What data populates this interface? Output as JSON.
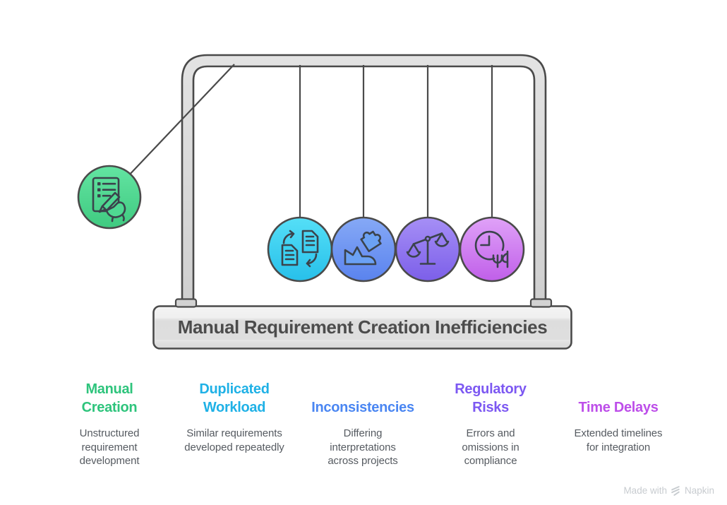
{
  "diagram": {
    "title": "Manual Requirement Creation Inefficiencies",
    "pendulums": [
      {
        "icon": "writing-hand-checklist-icon",
        "color_top": "#63e4a2",
        "color_bottom": "#3fca80"
      },
      {
        "icon": "duplicate-documents-icon",
        "color_top": "#55dff7",
        "color_bottom": "#27c0ea"
      },
      {
        "icon": "puzzle-mismatch-icon",
        "color_top": "#86a9f6",
        "color_bottom": "#5a83ee"
      },
      {
        "icon": "unbalanced-scale-icon",
        "color_top": "#a68ff6",
        "color_bottom": "#7c5fe9"
      },
      {
        "icon": "clock-delay-icon",
        "color_top": "#e0a2f8",
        "color_bottom": "#c05fe9"
      }
    ],
    "columns": [
      {
        "heading": "Manual\nCreation",
        "heading_color": "#2ec47c",
        "body": "Unstructured\nrequirement\ndevelopment"
      },
      {
        "heading": "Duplicated\nWorkload",
        "heading_color": "#1fb1e6",
        "body": "Similar requirements\ndeveloped repeatedly"
      },
      {
        "heading": "Inconsistencies",
        "heading_color": "#4a86f2",
        "body": "Differing\ninterpretations\nacross projects"
      },
      {
        "heading": "Regulatory\nRisks",
        "heading_color": "#7c58f2",
        "body": "Errors and\nomissions in\ncompliance"
      },
      {
        "heading": "Time Delays",
        "heading_color": "#bd4ee9",
        "body": "Extended timelines\nfor integration"
      }
    ],
    "watermark": {
      "prefix": "Made with",
      "brand": "Napkin"
    }
  }
}
